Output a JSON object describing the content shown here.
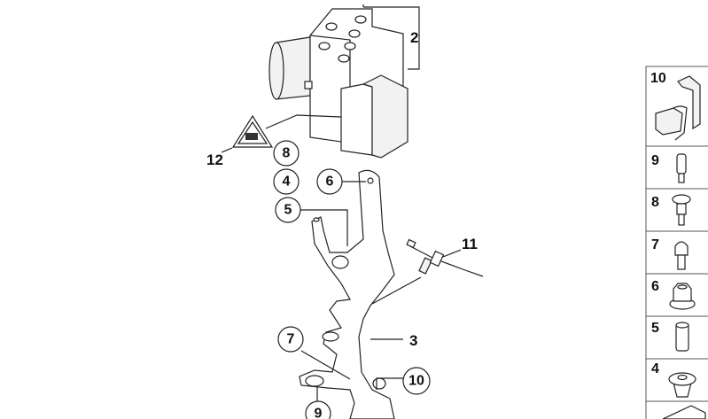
{
  "diagram": {
    "callouts": {
      "abs_unit": "2",
      "bracket": "3",
      "sensor": "11",
      "warning_label": "12",
      "circled": [
        "8",
        "4",
        "5",
        "6",
        "7",
        "10",
        "9"
      ]
    },
    "parts_panel": [
      {
        "number": "10",
        "icon": "clip-icon"
      },
      {
        "number": "9",
        "icon": "stud-bolt-icon"
      },
      {
        "number": "8",
        "icon": "shoulder-bolt-icon"
      },
      {
        "number": "7",
        "icon": "hex-bolt-icon"
      },
      {
        "number": "6",
        "icon": "flange-nut-icon"
      },
      {
        "number": "5",
        "icon": "sleeve-icon"
      },
      {
        "number": "4",
        "icon": "rubber-grommet-icon"
      }
    ]
  }
}
